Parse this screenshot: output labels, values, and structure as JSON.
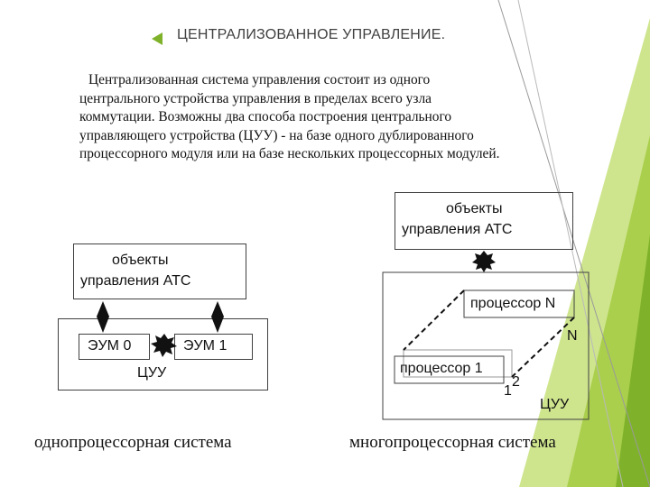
{
  "title": "ЦЕНТРАЛИЗОВАННОЕ УПРАВЛЕНИЕ.",
  "paragraph": "Централизованная система управления состоит из одного центрального устройства управления в пределах всего узла коммутации. Возможны два способа построения центрального управляющего устройства (ЦУУ) - на базе одного дублированного процессорного модуля или на базе нескольких процессорных модулей.",
  "left_diagram": {
    "objects_line1": "объекты",
    "objects_line2": "управления АТС",
    "evm0": "ЭУМ 0",
    "evm1": "ЭУМ 1",
    "cuu": "ЦУУ",
    "caption": "однопроцессорная система"
  },
  "right_diagram": {
    "objects_line1": "объекты",
    "objects_line2": "управления АТС",
    "proc_n": "процессор N",
    "proc_1": "процессор 1",
    "label_n": "N",
    "label_1": "1",
    "label_2": "2",
    "cuu": "ЦУУ",
    "caption": "многопроцессорная система"
  },
  "colors": {
    "green_light": "#c6e07a",
    "green_mid": "#a6cc45",
    "green_dark": "#7fb22a",
    "connector": "#111111"
  }
}
